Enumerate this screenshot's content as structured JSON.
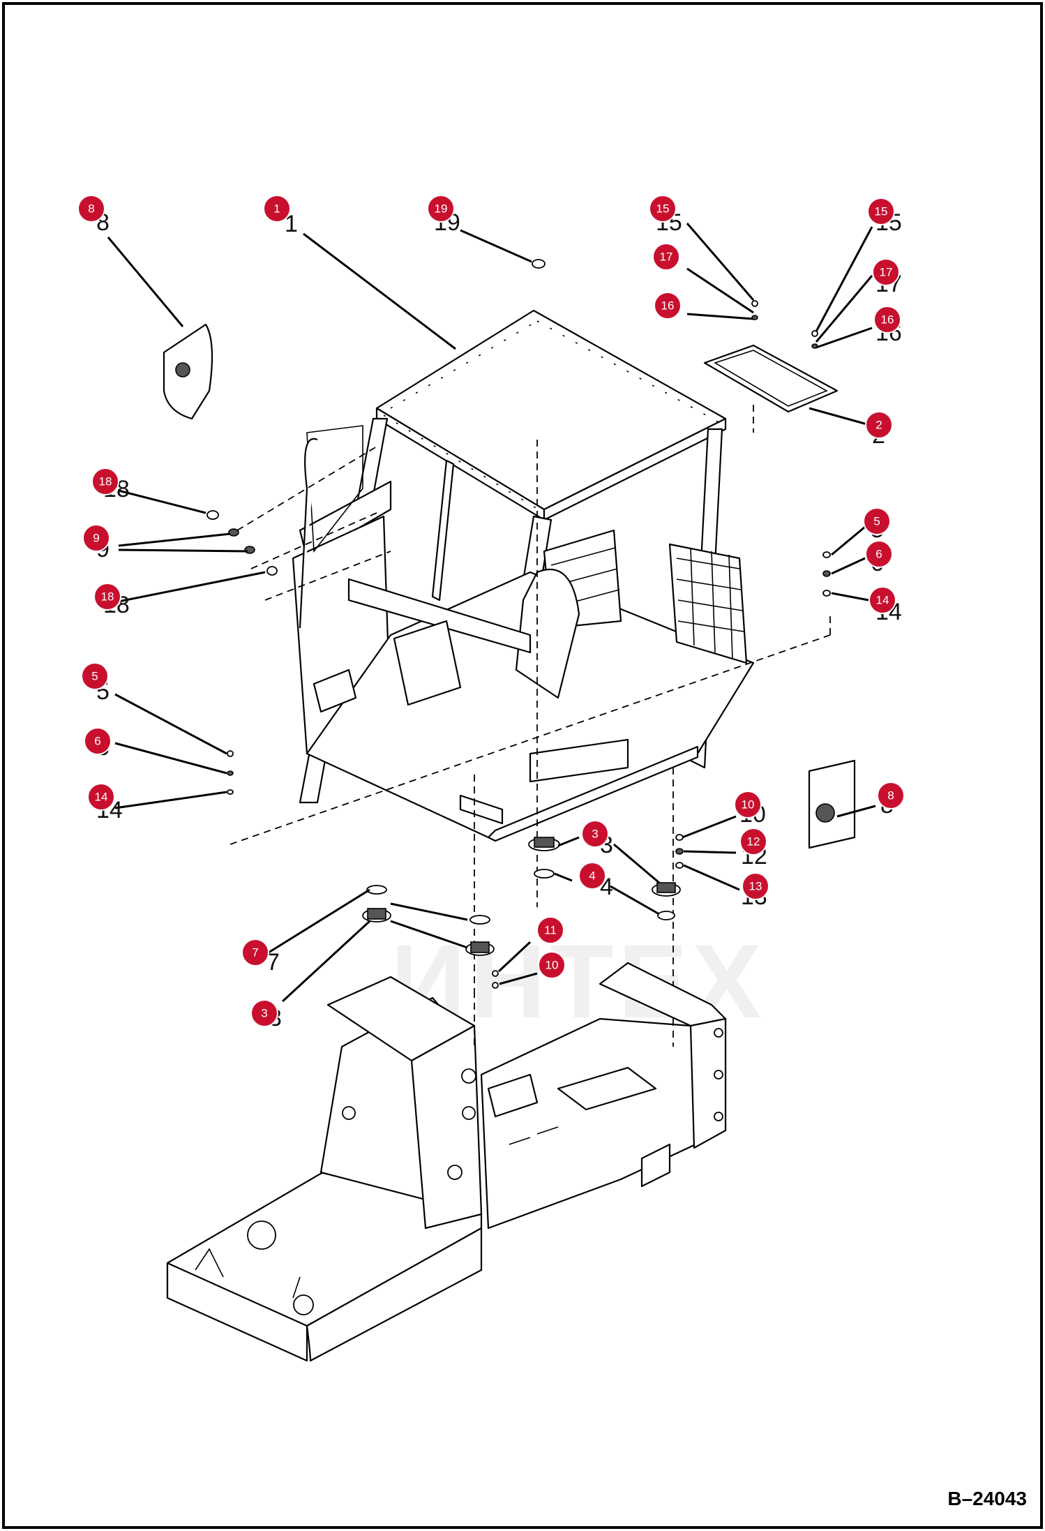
{
  "drawing_number": "B–24043",
  "watermark_text": "ИНТЕХ",
  "colors": {
    "callout_fill": "#c8102e",
    "line": "#000000",
    "background": "#ffffff"
  },
  "callouts": [
    {
      "label": "8"
    },
    {
      "label": "1"
    },
    {
      "label": "19"
    },
    {
      "label": "15"
    },
    {
      "label": "17"
    },
    {
      "label": "16"
    },
    {
      "label": "15"
    },
    {
      "label": "17"
    },
    {
      "label": "16"
    },
    {
      "label": "2"
    },
    {
      "label": "18"
    },
    {
      "label": "9"
    },
    {
      "label": "18"
    },
    {
      "label": "5"
    },
    {
      "label": "6"
    },
    {
      "label": "14"
    },
    {
      "label": "5"
    },
    {
      "label": "6"
    },
    {
      "label": "14"
    },
    {
      "label": "10"
    },
    {
      "label": "12"
    },
    {
      "label": "13"
    },
    {
      "label": "8"
    },
    {
      "label": "3"
    },
    {
      "label": "4"
    },
    {
      "label": "11"
    },
    {
      "label": "10"
    },
    {
      "label": "7"
    },
    {
      "label": "3"
    }
  ]
}
